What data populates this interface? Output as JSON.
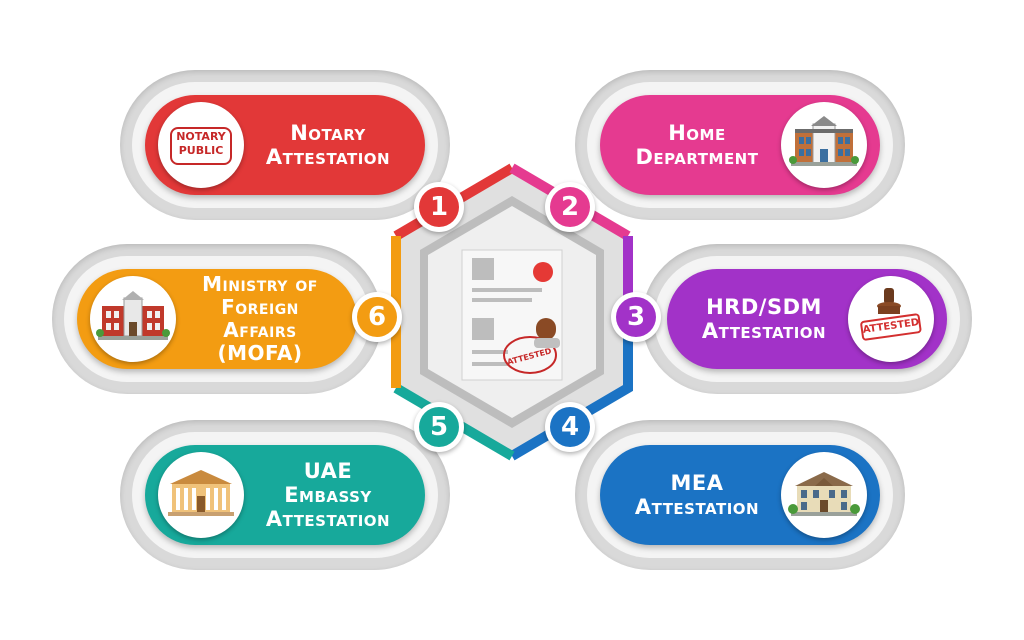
{
  "steps": [
    {
      "number": "1",
      "lines": [
        "Notary",
        "Attestation"
      ],
      "color": "#e23838",
      "icon": "notary-public-badge-icon",
      "badge_lines": [
        "NOTARY",
        "PUBLIC"
      ]
    },
    {
      "number": "2",
      "lines": [
        "Home",
        "Department"
      ],
      "color": "#e53a90",
      "icon": "building-icon"
    },
    {
      "number": "3",
      "lines": [
        "HRD/SDM",
        "Attestation"
      ],
      "color": "#a232c8",
      "icon": "attested-stamp-icon",
      "badge_text": "ATTESTED"
    },
    {
      "number": "4",
      "lines": [
        "MEA",
        "Attestation"
      ],
      "color": "#1b73c4",
      "icon": "mansion-icon"
    },
    {
      "number": "5",
      "lines": [
        "UAE",
        "Embassy",
        "Attestation"
      ],
      "color": "#17a99b",
      "icon": "embassy-building-icon"
    },
    {
      "number": "6",
      "lines": [
        "Ministry of",
        "Foreign",
        "Affairs",
        "(MOFA)"
      ],
      "color": "#f39c12",
      "icon": "ministry-building-icon"
    }
  ],
  "center": {
    "icon": "attested-document-icon",
    "stamp_text": "ATTESTED"
  },
  "colors": {
    "card_outer": "#d9d9d9",
    "card_inner": "#f4f4f4",
    "hex_fill": "#efefef"
  }
}
